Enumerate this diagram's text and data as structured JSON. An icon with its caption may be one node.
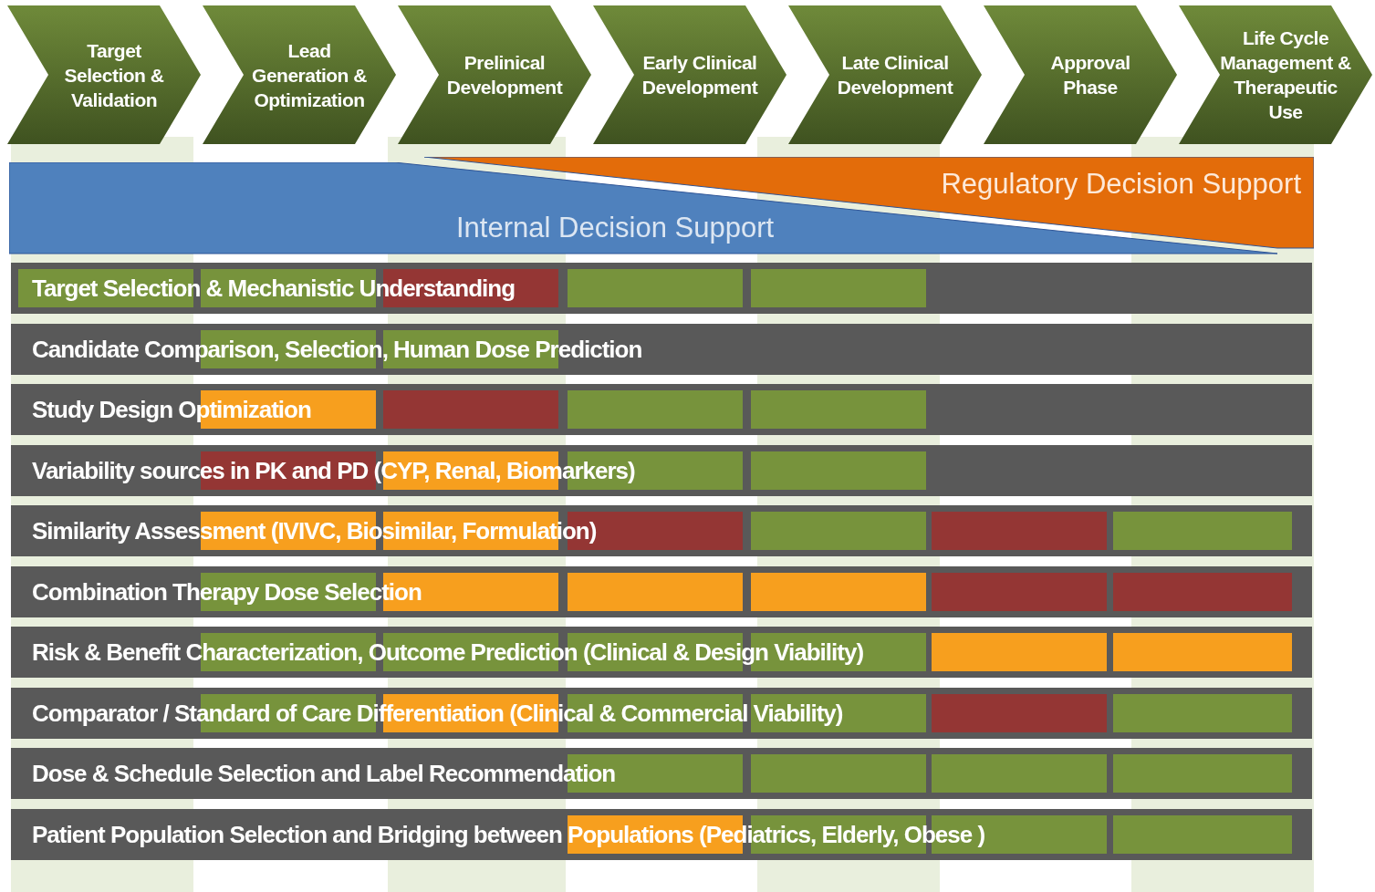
{
  "diagram": {
    "nodes": [
      {
        "text": [
          "Target Selection & Validation"
        ]
      },
      {
        "text": [
          "Lead Generation & Optimization"
        ]
      },
      {
        "text": [
          "Prelinical Development"
        ]
      },
      {
        "text": [
          "Early Clinical Development"
        ]
      },
      {
        "text": [
          "Late Clinical Development"
        ]
      },
      {
        "text": [
          "Approval Phase"
        ]
      },
      {
        "text": [
          "Life Cycle Management & Therapeutic Use"
        ]
      },
      {
        "text": [
          "Internal Decision Support"
        ]
      },
      {
        "text": [
          "Regulatory Decision Support"
        ]
      },
      {
        "text": [
          "Target Selection & Mechanistic Understanding"
        ]
      },
      {
        "text": [
          "Candidate Comparison, Selection,  Human Dose Prediction"
        ]
      },
      {
        "text": [
          "Study Design Optimization"
        ]
      },
      {
        "text": [
          "Variability sources in PK and PD (CYP,  Renal, Biomarkers)"
        ]
      },
      {
        "text": [
          "Similarity Assessment (IVIVC, Biosimilar,  Formulation)"
        ]
      },
      {
        "text": [
          "Combination Therapy Dose Selection"
        ]
      },
      {
        "text": [
          "Risk & Benefit Characterization, Outcome Prediction (Clinical & Design Viability)"
        ]
      },
      {
        "text": [
          "Comparator / Standard of Care Differentiation (Clinical  & Commercial Viability)"
        ]
      },
      {
        "text": [
          "Dose & Schedule Selection and  Label  Recommendation"
        ]
      },
      {
        "text": [
          "Patient  Population Selection and Bridging between Populations (Pediatrics, Elderly, Obese )"
        ]
      }
    ]
  }
}
